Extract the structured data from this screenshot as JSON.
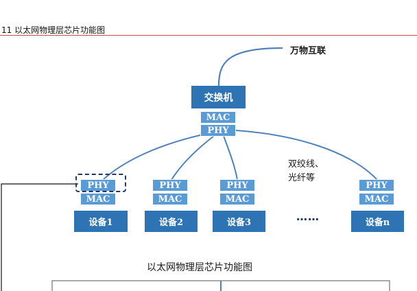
{
  "figure": {
    "caption": "11 以太网物理层芯片功能图",
    "internet_label": "万物互联",
    "cable_label_line1": "双绞线、",
    "cable_label_line2": "光纤等",
    "ellipsis": "……",
    "bottom_title": "以太网物理层芯片功能图"
  },
  "switch": {
    "label": "交换机",
    "mac": "MAC",
    "phy": "PHY"
  },
  "devices": [
    {
      "label": "设备1",
      "phy": "PHY",
      "mac": "MAC"
    },
    {
      "label": "设备2",
      "phy": "PHY",
      "mac": "MAC"
    },
    {
      "label": "设备3",
      "phy": "PHY",
      "mac": "MAC"
    },
    {
      "label": "设备n",
      "phy": "PHY",
      "mac": "MAC"
    }
  ],
  "colors": {
    "box_dark": "#2e74b5",
    "box_light": "#5b9bd5",
    "line": "#4f81bd",
    "rule": "#c0504d"
  }
}
